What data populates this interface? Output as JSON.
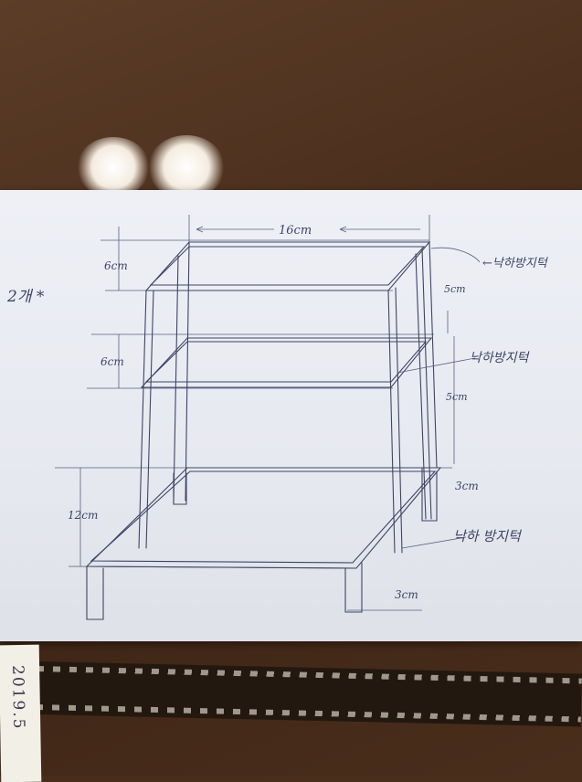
{
  "photo": {
    "colors": {
      "wood": "#4a2e1c",
      "paper": "#eceef4",
      "ink": "#3f4466"
    }
  },
  "sketch": {
    "quantity_note": "2개 *",
    "dimensions": {
      "width": "16cm",
      "top_gap": "6cm",
      "middle_gap": "6cm",
      "height": "12cm",
      "right_upper": "5cm",
      "right_middle": "5cm",
      "right_foot": "3cm",
      "front_foot": "3cm"
    },
    "labels": {
      "anti_fall_top": "←낙하방지턱",
      "anti_fall_middle": "낙하방지턱",
      "anti_fall_bottom": "낙하 방지턱"
    }
  },
  "side_note": {
    "text": "2019.5"
  }
}
